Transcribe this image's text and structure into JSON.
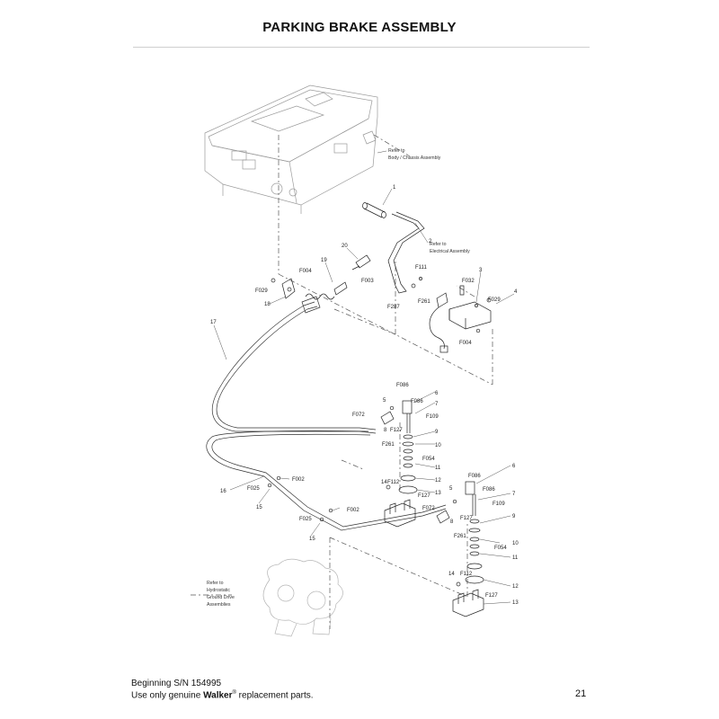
{
  "title": "PARKING BRAKE ASSEMBLY",
  "notes": {
    "body": [
      "Refer to",
      "Body / Chassis Assembly"
    ],
    "electrical": [
      "Refer to",
      "Electrical Assembly"
    ],
    "hydro": [
      "Refer to",
      "Hydrostatic",
      "Ground Drive",
      "Assemblies"
    ]
  },
  "callouts": [
    "1",
    "2",
    "3",
    "4",
    "5",
    "6",
    "7",
    "8",
    "9",
    "10",
    "11",
    "12",
    "13",
    "14",
    "15",
    "16",
    "17",
    "18",
    "19",
    "20",
    "F002",
    "F003",
    "F004",
    "F025",
    "F029",
    "F032",
    "F054",
    "F072",
    "F086",
    "F109",
    "F111",
    "F112",
    "F127",
    "F261",
    "F287"
  ],
  "footer": {
    "line1": "Beginning S/N 154995",
    "line2_pre": "Use only genuine ",
    "brand": "Walker",
    "reg": "®",
    "line2_post": " replacement parts.",
    "page": "21"
  }
}
